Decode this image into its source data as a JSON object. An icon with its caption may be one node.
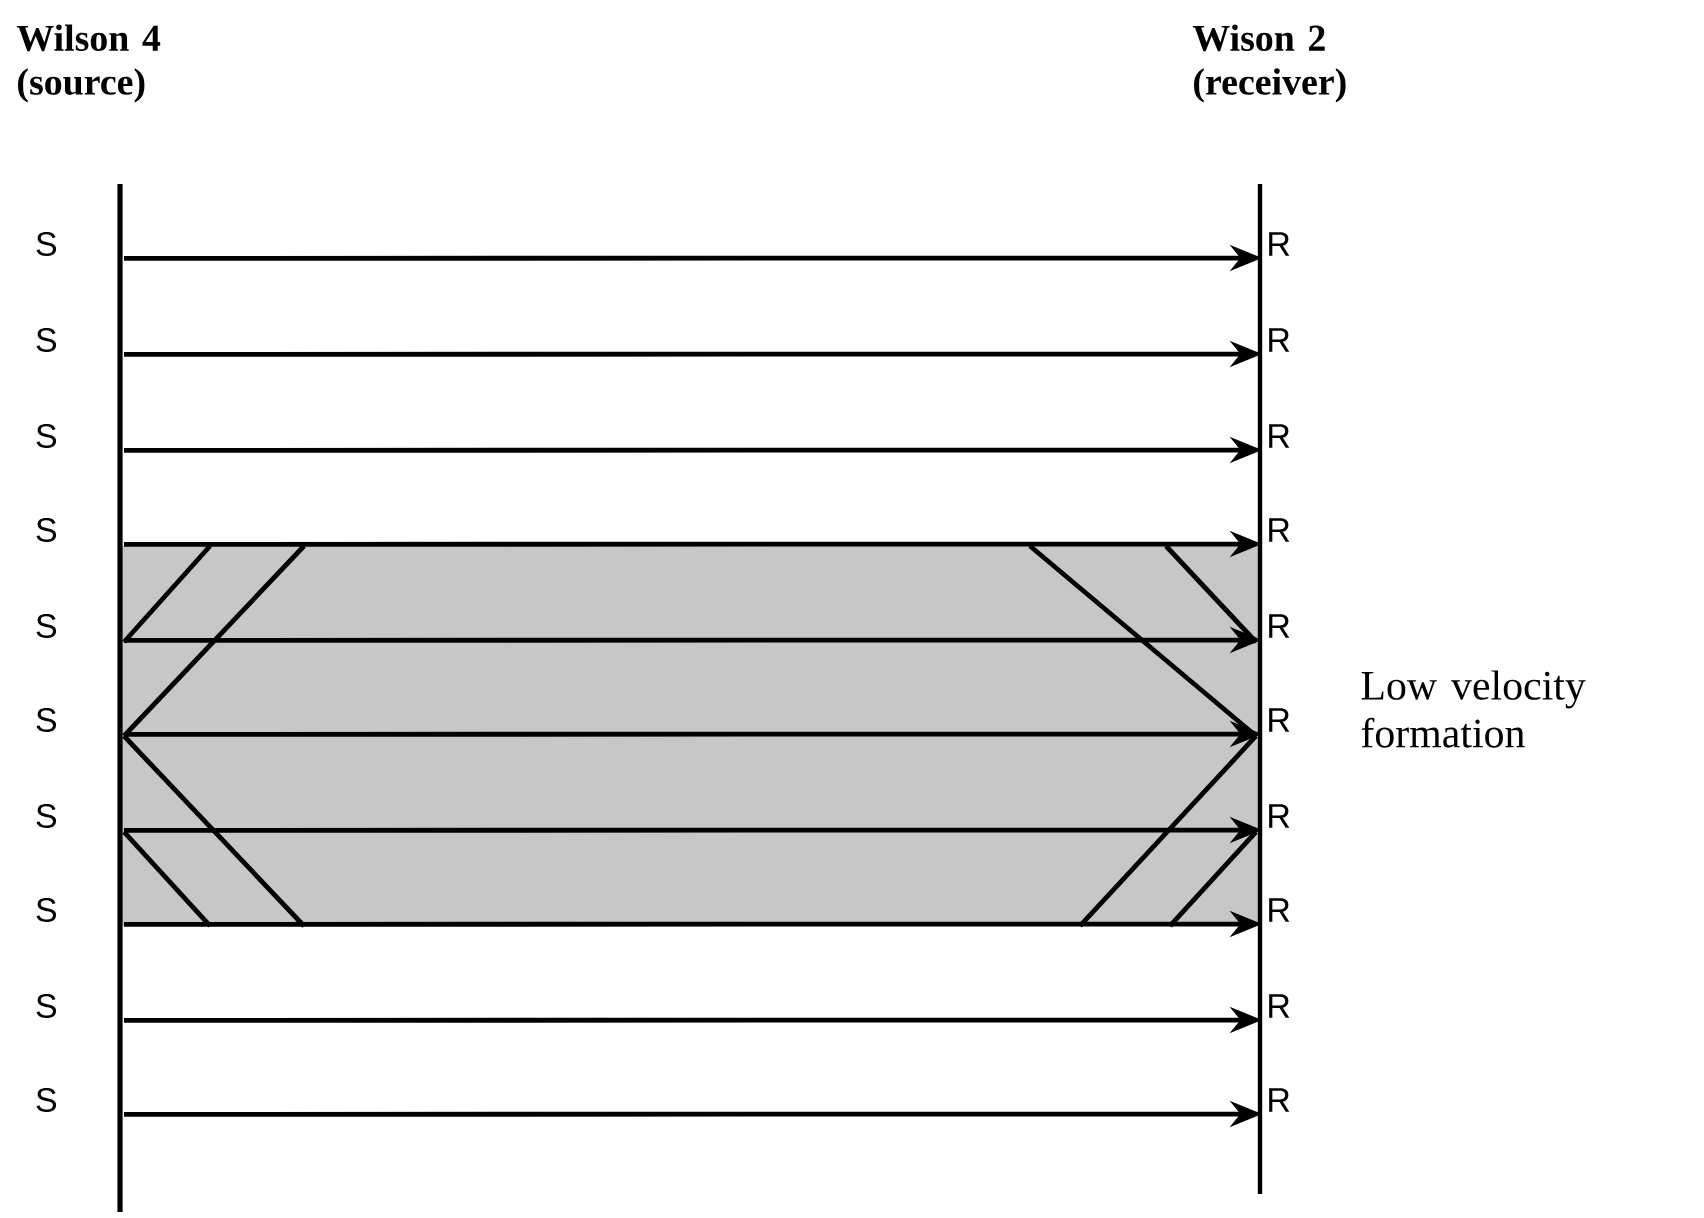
{
  "diagram": {
    "nodes": [
      {
        "text": [
          "S"
        ]
      },
      {
        "text": [
          "S"
        ]
      },
      {
        "text": [
          "S"
        ]
      },
      {
        "text": [
          "S"
        ]
      },
      {
        "text": [
          "S"
        ]
      },
      {
        "text": [
          "S"
        ]
      },
      {
        "text": [
          "S"
        ]
      },
      {
        "text": [
          "S"
        ]
      },
      {
        "text": [
          "S"
        ]
      },
      {
        "text": [
          "S"
        ]
      },
      {
        "text": [
          "R"
        ]
      },
      {
        "text": [
          "R"
        ]
      },
      {
        "text": [
          "R"
        ]
      },
      {
        "text": [
          "R"
        ]
      },
      {
        "text": [
          "R"
        ]
      },
      {
        "text": [
          "R"
        ]
      },
      {
        "text": [
          "R"
        ]
      },
      {
        "text": [
          "R"
        ]
      },
      {
        "text": [
          "R"
        ]
      },
      {
        "text": [
          "R"
        ]
      }
    ],
    "edges": [
      {
        "from": 0,
        "to": 10,
        "arrow": "to"
      },
      {
        "from": 1,
        "to": 11,
        "arrow": "to"
      },
      {
        "from": 2,
        "to": 12,
        "arrow": "to"
      },
      {
        "from": 3,
        "to": 13,
        "arrow": "to"
      },
      {
        "from": 4,
        "to": 14,
        "arrow": "to"
      },
      {
        "from": 5,
        "to": 15,
        "arrow": "to"
      },
      {
        "from": 6,
        "to": 16,
        "arrow": "to"
      },
      {
        "from": 7,
        "to": 17,
        "arrow": "to"
      },
      {
        "from": 8,
        "to": 18,
        "arrow": "to"
      },
      {
        "from": 9,
        "to": 19,
        "arrow": "to"
      }
    ],
    "labels": [
      "Wilson 4 (source)",
      "Wison 2 (receiver)",
      "Low velocity formation"
    ]
  }
}
